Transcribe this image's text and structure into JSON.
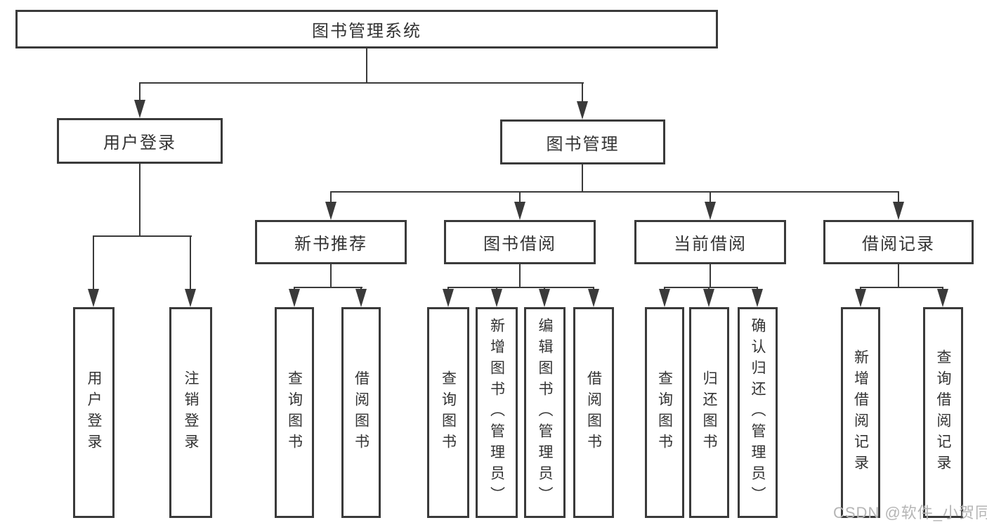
{
  "diagram": {
    "title": "图书管理系统",
    "user_login": {
      "label": "用户登录",
      "children": [
        {
          "label": "用户登录"
        },
        {
          "label": "注销登录"
        }
      ]
    },
    "book_management": {
      "label": "图书管理",
      "groups": [
        {
          "label": "新书推荐",
          "children": [
            {
              "label": "查询图书"
            },
            {
              "label": "借阅图书"
            }
          ]
        },
        {
          "label": "图书借阅",
          "children": [
            {
              "label": "查询图书"
            },
            {
              "label": "新增图书（管理员）"
            },
            {
              "label": "编辑图书（管理员）"
            },
            {
              "label": "借阅图书"
            }
          ]
        },
        {
          "label": "当前借阅",
          "children": [
            {
              "label": "查询图书"
            },
            {
              "label": "归还图书"
            },
            {
              "label": "确认归还（管理员）"
            }
          ]
        },
        {
          "label": "借阅记录",
          "children": [
            {
              "label": "新增借阅记录"
            },
            {
              "label": "查询借阅记录"
            }
          ]
        }
      ]
    },
    "watermark": "CSDN @软件_小贺同学",
    "colors": {
      "line": "#3a3a3a",
      "text": "#333333",
      "watermark": "#b5b5b5",
      "background": "#ffffff"
    }
  }
}
